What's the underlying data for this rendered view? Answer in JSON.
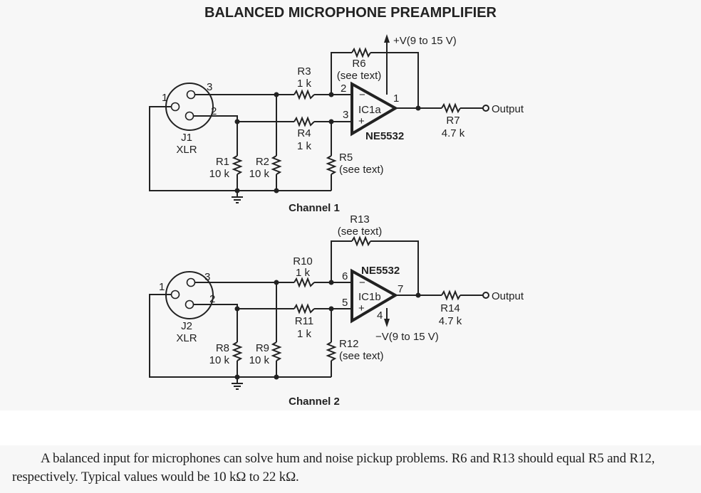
{
  "title": "BALANCED MICROPHONE PREAMPLIFIER",
  "channels": [
    {
      "label": "Channel 1",
      "connector": {
        "name": "J1",
        "type": "XLR",
        "pins": [
          "1",
          "2",
          "3"
        ]
      },
      "opamp": {
        "name": "IC1a",
        "part": "NE5532",
        "inv_pin": "2",
        "noninv_pin": "3",
        "out_pin": "1",
        "inv_sign": "−",
        "noninv_sign": "+"
      },
      "supply": "+V(9 to 15 V)",
      "resistors": {
        "r_shunt1": {
          "name": "R1",
          "value": "10 k"
        },
        "r_shunt2": {
          "name": "R2",
          "value": "10 k"
        },
        "r_in_inv": {
          "name": "R3",
          "value": "1 k"
        },
        "r_in_non": {
          "name": "R4",
          "value": "1 k"
        },
        "r_ground": {
          "name": "R5",
          "value": "(see text)"
        },
        "r_feedback": {
          "name": "R6",
          "value": "(see text)"
        },
        "r_out": {
          "name": "R7",
          "value": "4.7 k"
        }
      },
      "output_label": "Output"
    },
    {
      "label": "Channel 2",
      "connector": {
        "name": "J2",
        "type": "XLR",
        "pins": [
          "1",
          "2",
          "3"
        ]
      },
      "opamp": {
        "name": "IC1b",
        "part": "NE5532",
        "inv_pin": "6",
        "noninv_pin": "5",
        "out_pin": "7",
        "supply_pin": "4",
        "inv_sign": "−",
        "noninv_sign": "+"
      },
      "supply": "−V(9 to 15 V)",
      "resistors": {
        "r_shunt1": {
          "name": "R8",
          "value": "10 k"
        },
        "r_shunt2": {
          "name": "R9",
          "value": "10 k"
        },
        "r_in_inv": {
          "name": "R10",
          "value": "1 k"
        },
        "r_in_non": {
          "name": "R11",
          "value": "1 k"
        },
        "r_ground": {
          "name": "R12",
          "value": "(see text)"
        },
        "r_feedback": {
          "name": "R13",
          "value": "(see text)"
        },
        "r_out": {
          "name": "R14",
          "value": "4.7 k"
        }
      },
      "output_label": "Output"
    }
  ],
  "caption": "A balanced input for microphones can solve hum and noise pickup problems. R6 and R13 should equal R5 and R12, respectively. Typical values would be 10 kΩ to 22 kΩ."
}
